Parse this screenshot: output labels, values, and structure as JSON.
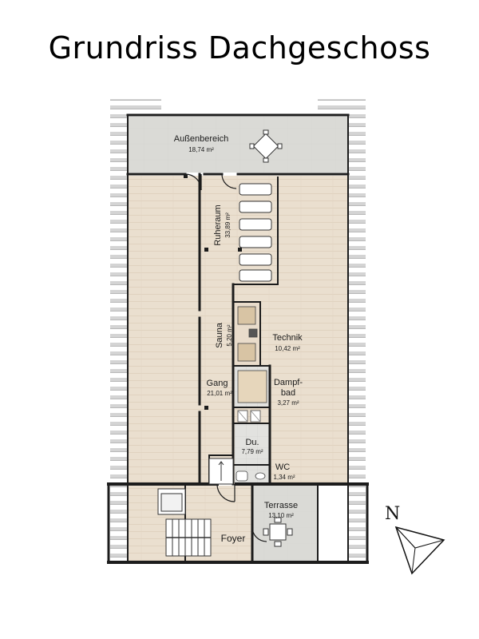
{
  "title": "Grundriss Dachgeschoss",
  "rooms": {
    "aussenbereich": {
      "name": "Außenbereich",
      "area": "18,74 m²"
    },
    "ruheraum": {
      "name": "Ruheraum",
      "area": "33,89 m²"
    },
    "sauna": {
      "name": "Sauna",
      "area": "5,20 m²"
    },
    "technik": {
      "name": "Technik",
      "area": "10,42 m²"
    },
    "gang": {
      "name": "Gang",
      "area": "21,01 m²"
    },
    "dampfbad": {
      "name_line1": "Dampf-",
      "name_line2": "bad",
      "area": "3,27 m²"
    },
    "dusche": {
      "name": "Du.",
      "area": "7,79 m²"
    },
    "wc": {
      "name": "WC",
      "area": "1,34 m²"
    },
    "terrasse": {
      "name": "Terrasse",
      "area": "13,10 m²"
    },
    "foyer": {
      "name": "Foyer"
    }
  },
  "compass": {
    "label": "N"
  },
  "colors": {
    "floor": "#e9dccb",
    "paving": "#dcdcd8",
    "wall": "#1c1c1c",
    "roof_stripe": "#d2d2d2"
  }
}
